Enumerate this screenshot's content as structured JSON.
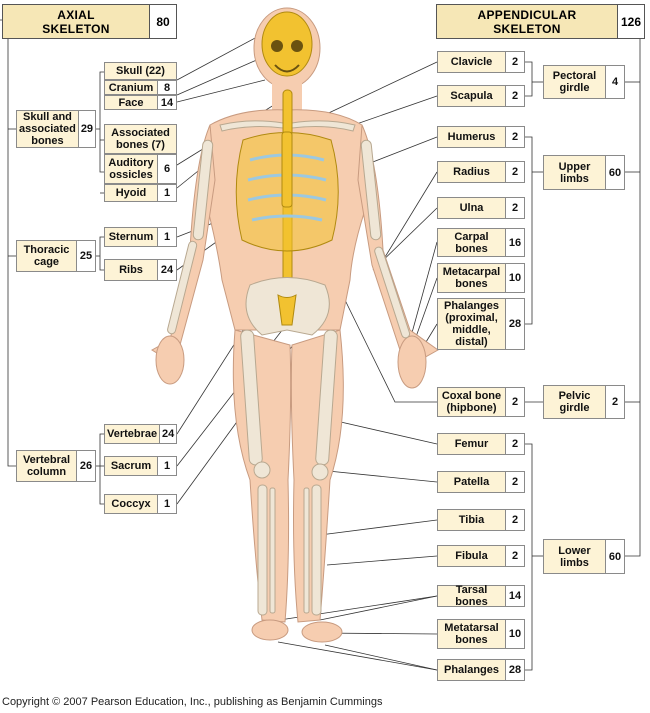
{
  "axial_header": {
    "label": "AXIAL\nSKELETON",
    "count": "80"
  },
  "appendicular_header": {
    "label": "APPENDICULAR\nSKELETON",
    "count": "126"
  },
  "axial_groups": [
    {
      "label": "Skull and\nassociated\nbones",
      "count": "29"
    },
    {
      "label": "Thoracic\ncage",
      "count": "25"
    },
    {
      "label": "Vertebral\ncolumn",
      "count": "26"
    }
  ],
  "axial_items": [
    {
      "label": "Skull (22)",
      "count": ""
    },
    {
      "label": "Cranium",
      "count": "8"
    },
    {
      "label": "Face",
      "count": "14"
    },
    {
      "label": "Associated\nbones (7)",
      "count": ""
    },
    {
      "label": "Auditory\nossicles",
      "count": "6"
    },
    {
      "label": "Hyoid",
      "count": "1"
    },
    {
      "label": "Sternum",
      "count": "1"
    },
    {
      "label": "Ribs",
      "count": "24"
    },
    {
      "label": "Vertebrae",
      "count": "24"
    },
    {
      "label": "Sacrum",
      "count": "1"
    },
    {
      "label": "Coccyx",
      "count": "1"
    }
  ],
  "appendicular_items": [
    {
      "label": "Clavicle",
      "count": "2"
    },
    {
      "label": "Scapula",
      "count": "2"
    },
    {
      "label": "Humerus",
      "count": "2"
    },
    {
      "label": "Radius",
      "count": "2"
    },
    {
      "label": "Ulna",
      "count": "2"
    },
    {
      "label": "Carpal\nbones",
      "count": "16"
    },
    {
      "label": "Metacarpal\nbones",
      "count": "10"
    },
    {
      "label": "Phalanges\n(proximal,\nmiddle,\ndistal)",
      "count": "28"
    },
    {
      "label": "Coxal bone\n(hipbone)",
      "count": "2"
    },
    {
      "label": "Femur",
      "count": "2"
    },
    {
      "label": "Patella",
      "count": "2"
    },
    {
      "label": "Tibia",
      "count": "2"
    },
    {
      "label": "Fibula",
      "count": "2"
    },
    {
      "label": "Tarsal bones",
      "count": "14"
    },
    {
      "label": "Metatarsal\nbones",
      "count": "10"
    },
    {
      "label": "Phalanges",
      "count": "28"
    }
  ],
  "appendicular_groups": [
    {
      "label": "Pectoral\ngirdle",
      "count": "4"
    },
    {
      "label": "Upper\nlimbs",
      "count": "60"
    },
    {
      "label": "Pelvic\ngirdle",
      "count": "2"
    },
    {
      "label": "Lower\nlimbs",
      "count": "60"
    }
  ],
  "copyright": "Copyright © 2007 Pearson Education, Inc., publishing as Benjamin Cummings",
  "colors": {
    "box_fill": "#fdf3d6",
    "bone": "#f2c230",
    "skin": "#f6cdb0",
    "cartilage": "#9cc8e0"
  }
}
